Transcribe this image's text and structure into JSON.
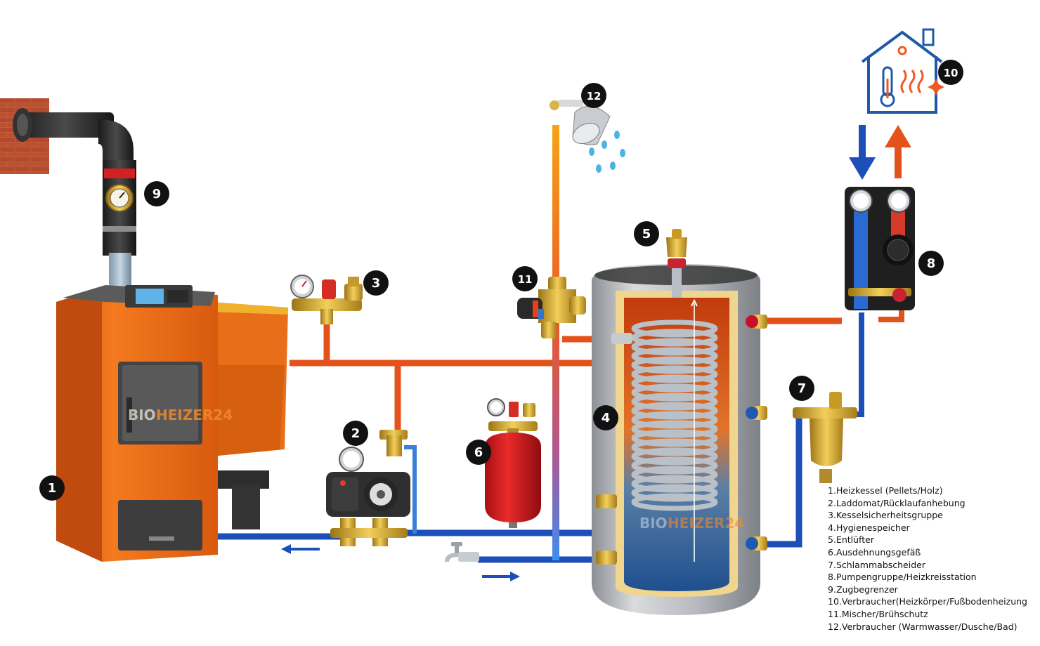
{
  "brand": {
    "left": "BIO",
    "right": "HEIZER24"
  },
  "colors": {
    "hot_pipe": "#e4521c",
    "cold_pipe": "#1c4fb8",
    "dhw_pipe_top": "#f5a314",
    "boiler_orange": "#ef6c12",
    "brass": "#d4a733",
    "house_blue": "#1e5aa8",
    "house_orange": "#ee5a24"
  },
  "markers": {
    "m1": "1",
    "m2": "2",
    "m3": "3",
    "m4": "4",
    "m5": "5",
    "m6": "6",
    "m7": "7",
    "m8": "8",
    "m9": "9",
    "m10": "10",
    "m11": "11",
    "m12": "12"
  },
  "legend": [
    {
      "num": "1.",
      "text": "Heizkessel (Pellets/Holz)"
    },
    {
      "num": "2.",
      "text": "Laddomat/Rücklaufanhebung"
    },
    {
      "num": "3.",
      "text": "Kesselsicherheitsgruppe"
    },
    {
      "num": "4.",
      "text": "Hygienespeicher"
    },
    {
      "num": "5.",
      "text": "Entlüfter"
    },
    {
      "num": "6.",
      "text": "Ausdehnungsgefäß"
    },
    {
      "num": "7.",
      "text": "Schlammabscheider"
    },
    {
      "num": "8.",
      "text": "Pumpengruppe/Heizkreisstation"
    },
    {
      "num": "9.",
      "text": "Zugbegrenzer"
    },
    {
      "num": "10.",
      "text": "Verbraucher(Heizkörper/Fußbodenheizung"
    },
    {
      "num": "11.",
      "text": "Mischer/Brühschutz"
    },
    {
      "num": "12.",
      "text": "Verbraucher (Warmwasser/Dusche/Bad)"
    }
  ]
}
